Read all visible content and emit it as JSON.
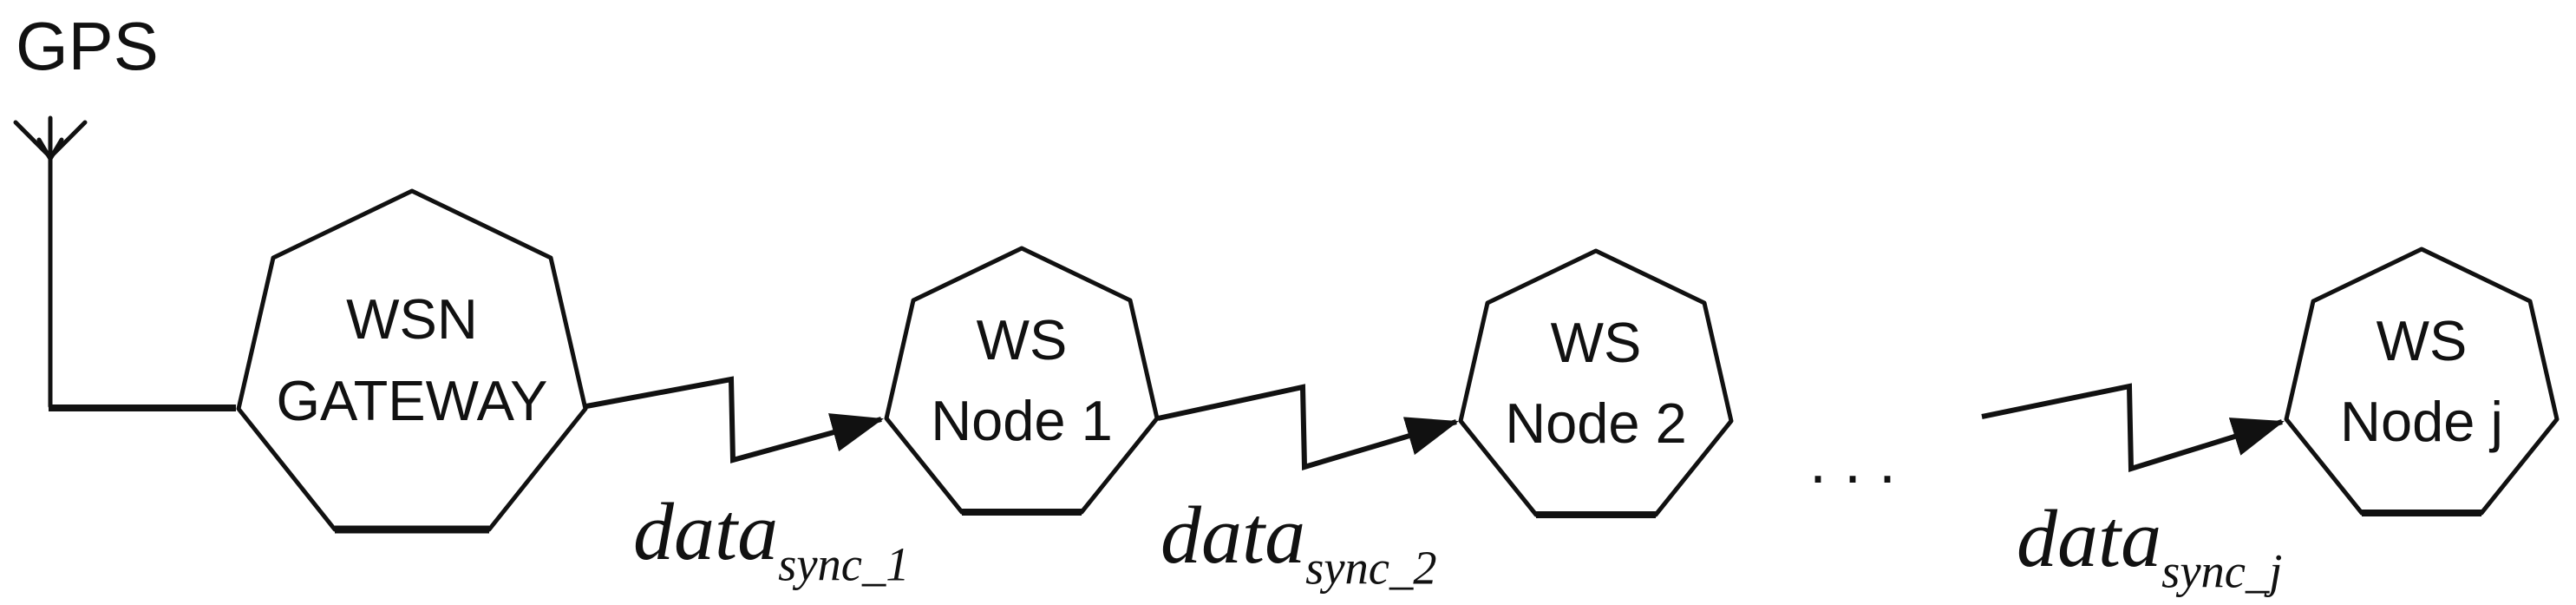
{
  "diagram": {
    "background": "#ffffff",
    "stroke_color": "#111111",
    "gps_label": "GPS",
    "gateway": {
      "line1": "WSN",
      "line2": "GATEWAY"
    },
    "nodes": [
      {
        "line1": "WS",
        "line2": "Node 1"
      },
      {
        "line1": "WS",
        "line2": "Node 2"
      },
      {
        "line1": "WS",
        "line2": "Node j"
      }
    ],
    "links": [
      {
        "base": "data",
        "subscript": "sync_1"
      },
      {
        "base": "data",
        "subscript": "sync_2"
      },
      {
        "base": "data",
        "subscript": "sync_j"
      }
    ],
    "ellipsis": ". . ."
  }
}
